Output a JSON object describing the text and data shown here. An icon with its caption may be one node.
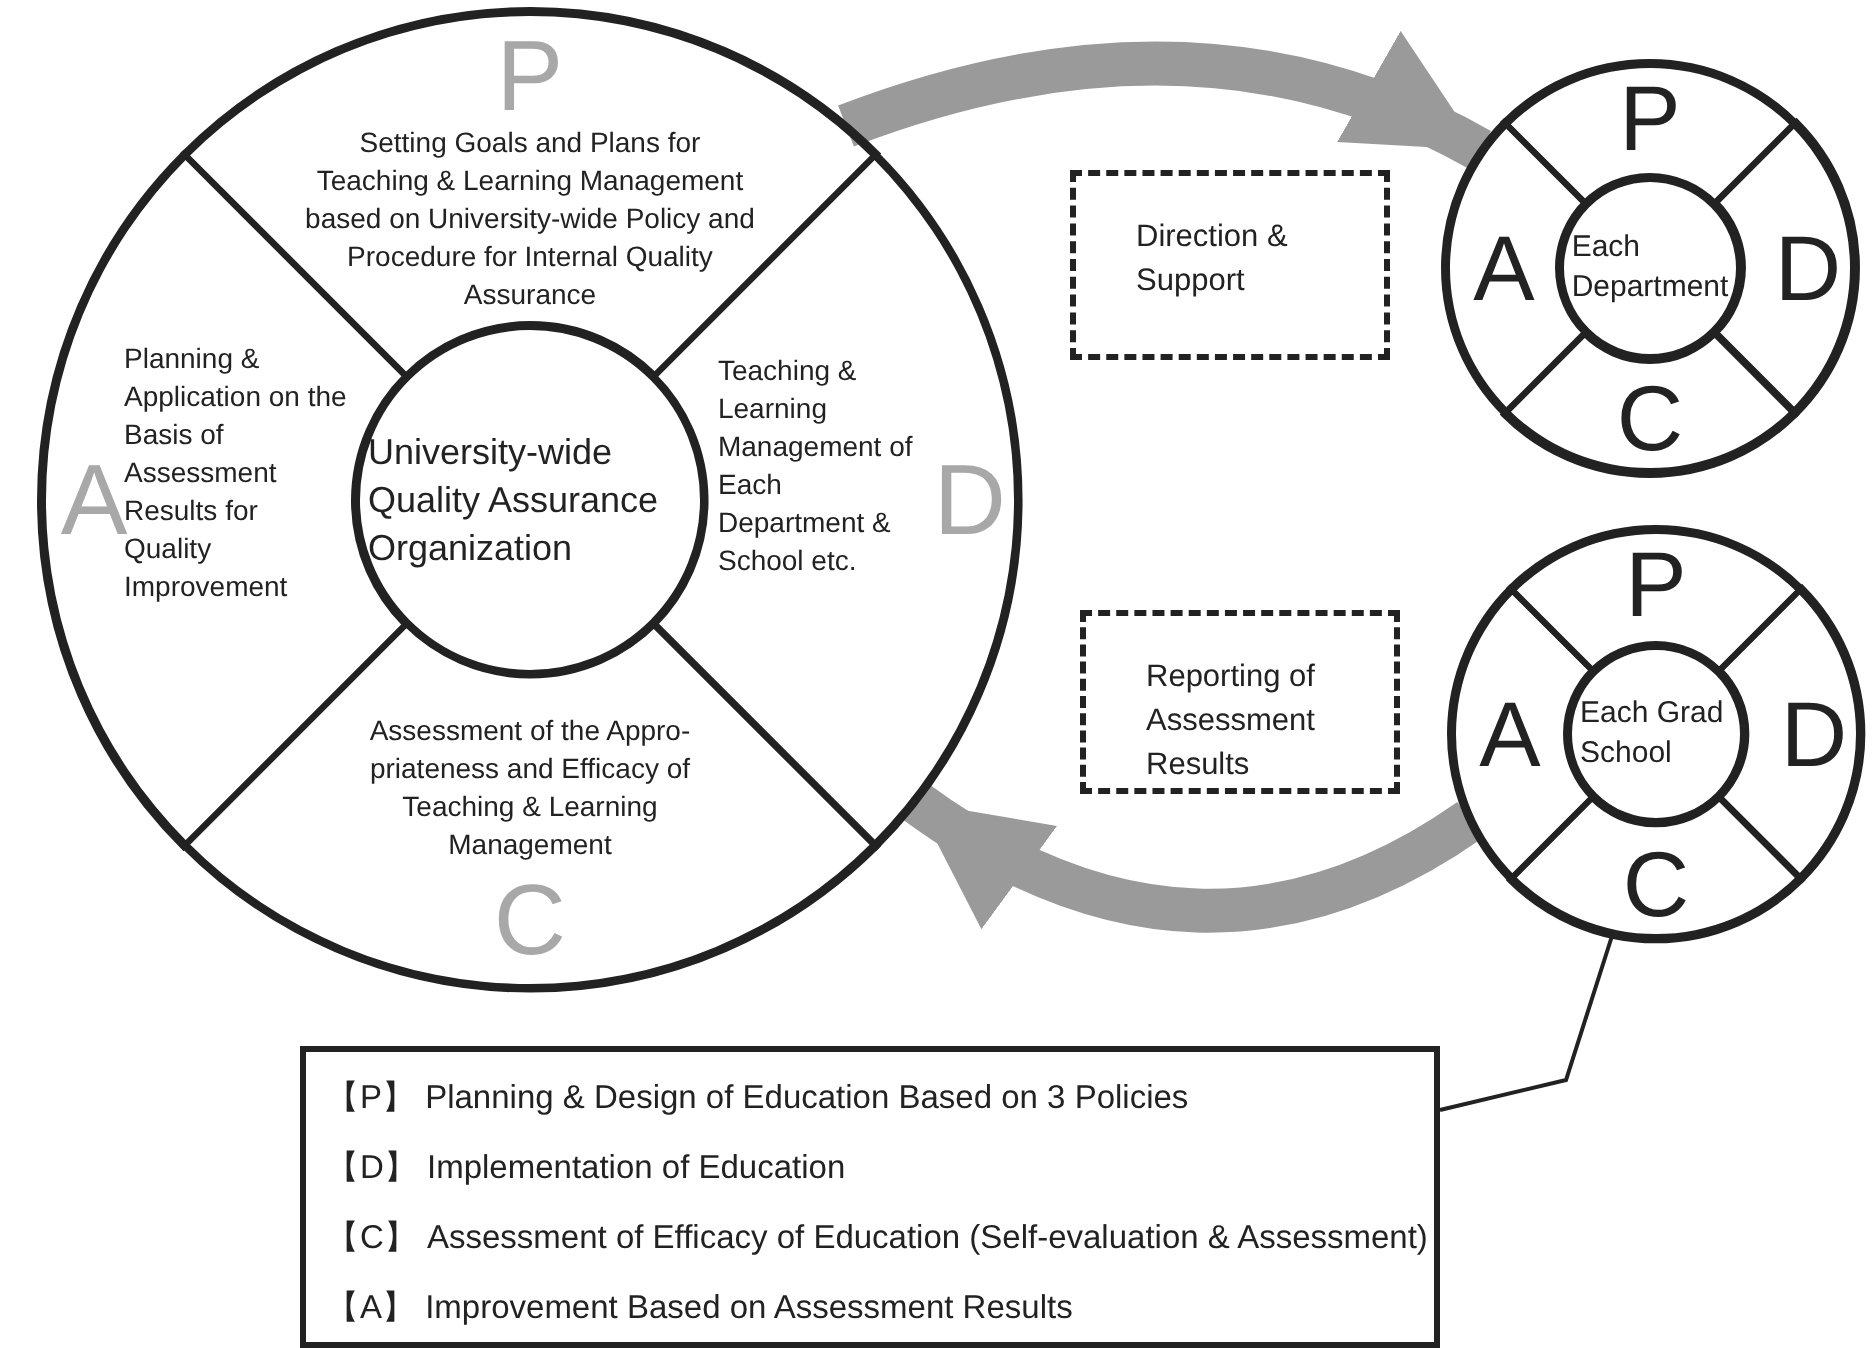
{
  "diagram": {
    "nodes": [
      {
        "text": [],
        "shape": "circle"
      },
      {
        "text": [
          "P",
          "Setting Goals and Plans for Teaching & Learning Management based on University-wide Policy and Procedure for Internal Quality Assurance"
        ],
        "in": 0
      },
      {
        "text": [
          "Teaching & Learning Management of Each Department & School etc.",
          "D"
        ],
        "in": 0
      },
      {
        "text": [
          "Assessment of the Appro- priateness and Efficacy of Teaching & Learning Management",
          "C"
        ],
        "in": 0
      },
      {
        "text": [
          "A",
          "Planning & Application on the Basis of Assessment Results for Quality Improvement"
        ],
        "in": 0
      },
      {
        "text": [
          "University-wide Quality Assurance Organization"
        ],
        "in": 0
      },
      {
        "text": [
          "Direction & Support"
        ]
      },
      {
        "text": [
          "Reporting of Assessment Results"
        ]
      },
      {
        "text": [],
        "shape": "circle"
      },
      {
        "text": [
          "P"
        ],
        "in": 8
      },
      {
        "text": [
          "D"
        ],
        "in": 8
      },
      {
        "text": [
          "C"
        ],
        "in": 8
      },
      {
        "text": [
          "A"
        ],
        "in": 8
      },
      {
        "text": [
          "Each Department"
        ],
        "in": 8
      },
      {
        "text": [],
        "shape": "circle"
      },
      {
        "text": [
          "P"
        ],
        "in": 14
      },
      {
        "text": [
          "D"
        ],
        "in": 14
      },
      {
        "text": [
          "C"
        ],
        "in": 14
      },
      {
        "text": [
          "A"
        ],
        "in": 14
      },
      {
        "text": [
          "Each Grad School"
        ],
        "in": 14
      },
      {
        "text": [
          "【P】 Planning & Design of Education Based on 3 Policies",
          "【D】 Implementation of Education",
          "【C】 Assessment of Efficacy of Education (Self-evaluation & Assessment)",
          "【A】 Improvement Based on Assessment Results"
        ]
      }
    ],
    "edges": [
      {
        "from": 1,
        "to": 8,
        "arrow": "to"
      },
      {
        "from": 14,
        "to": 2,
        "arrow": "to"
      },
      {
        "from": 20,
        "to": 14,
        "arrow": "none",
        "color": "#222222"
      }
    ]
  }
}
